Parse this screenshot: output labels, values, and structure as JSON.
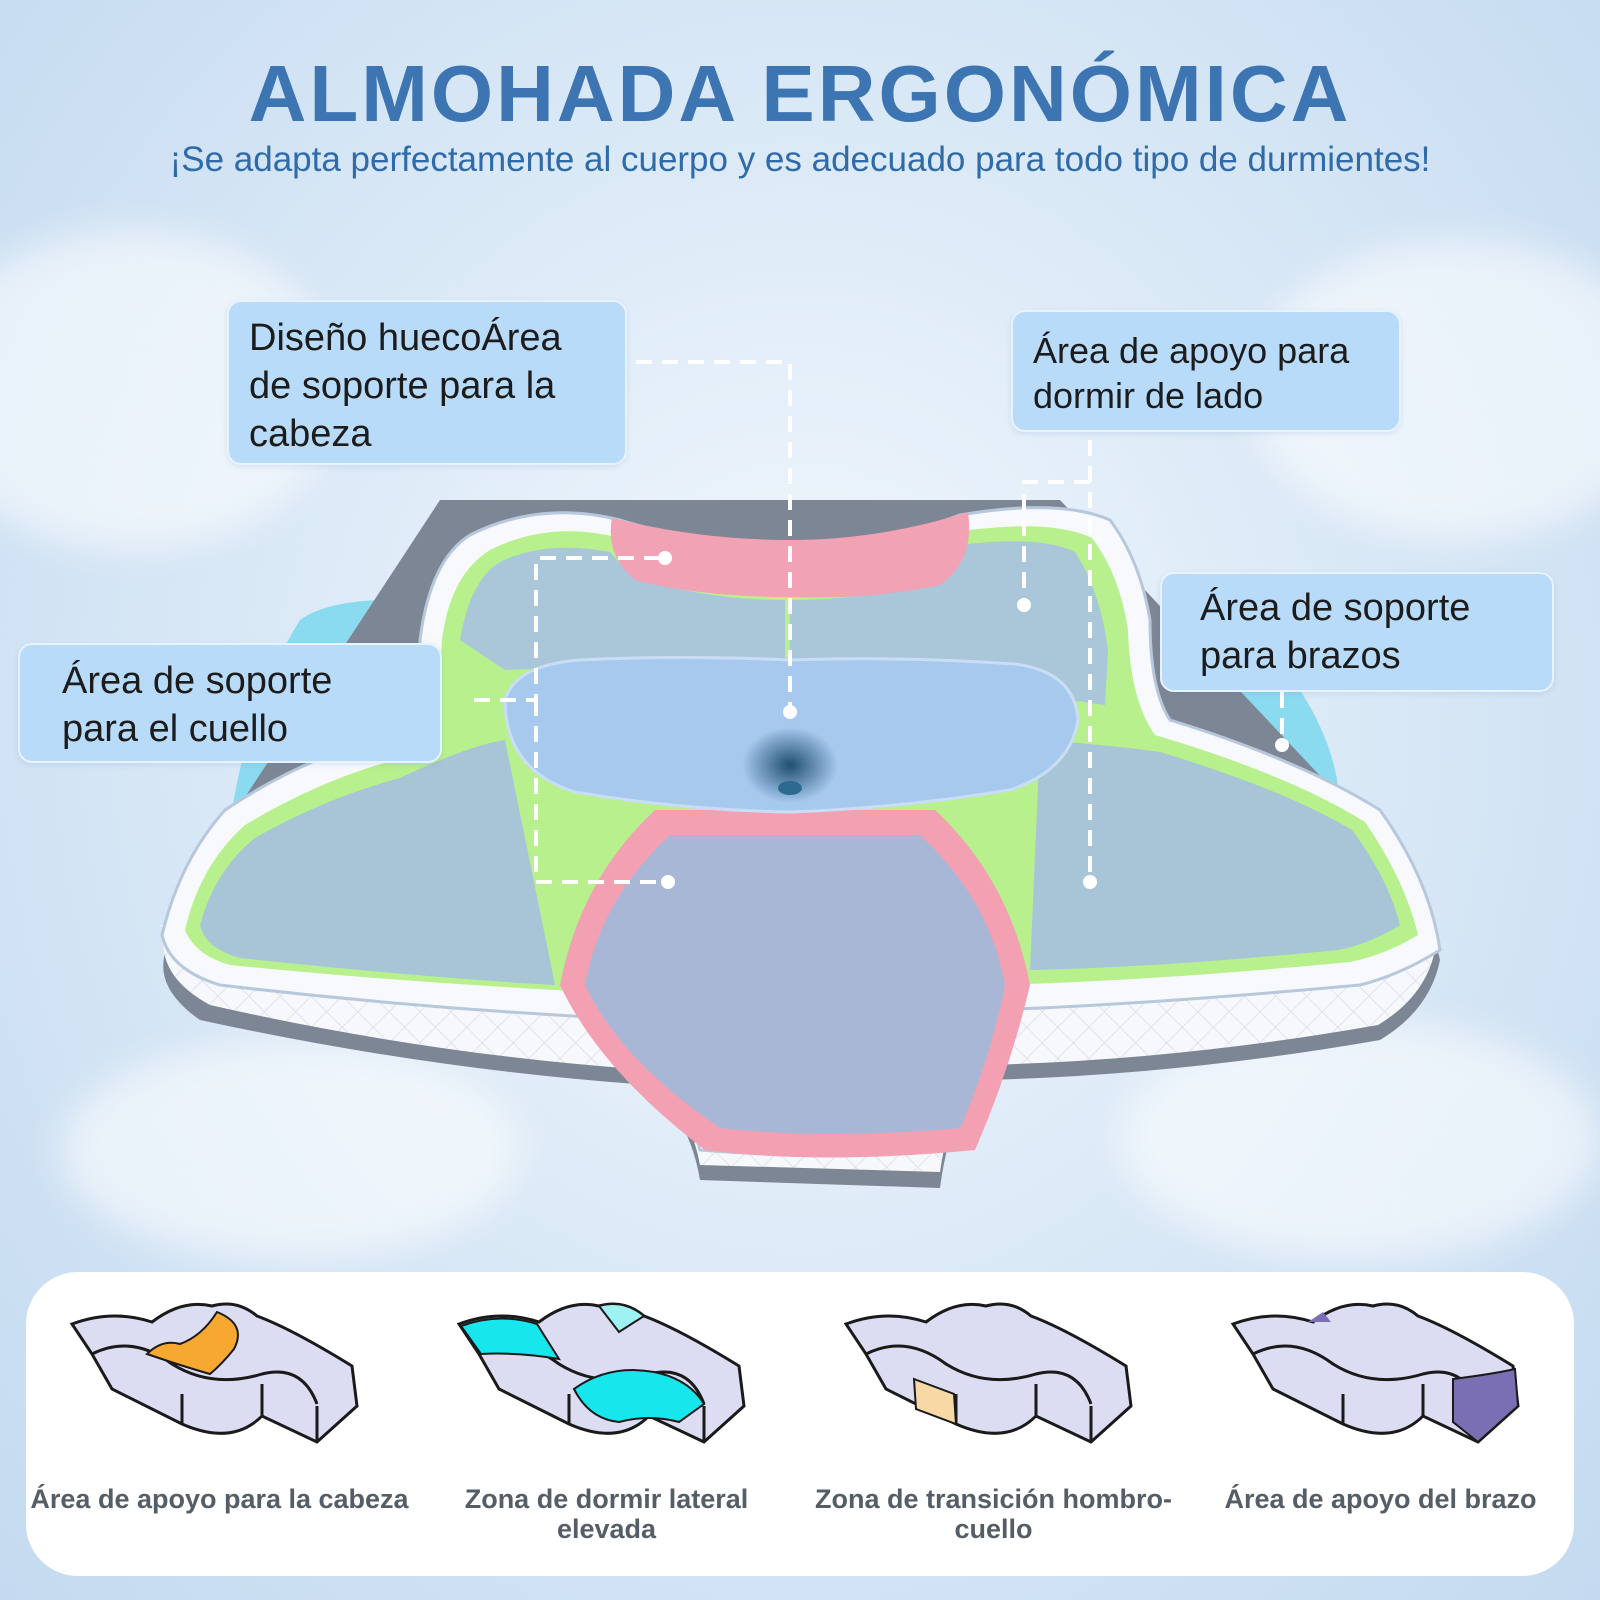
{
  "header": {
    "title": "ALMOHADA ERGONÓMICA",
    "subtitle": "¡Se adapta perfectamente al cuerpo y es adecuado para todo tipo de durmientes!"
  },
  "callouts": {
    "hollow_design": "Diseño huecoÁrea de soporte para la cabeza",
    "side_sleep": "Área de apoyo para dormir de lado",
    "arm_support": "Área de soporte para brazos",
    "neck_support": "Área de soporte para el cuello"
  },
  "features": [
    {
      "label": "Área de apoyo para la cabeza",
      "highlight_color": "#f7a830"
    },
    {
      "label": "Zona de dormir lateral elevada",
      "highlight_color": "#17e6ec"
    },
    {
      "label": "Zona de transición hombro-cuello",
      "highlight_color": "#f8d9a6"
    },
    {
      "label": "Área de apoyo del brazo",
      "highlight_color": "#7b6fb3"
    }
  ],
  "colors": {
    "title": "#3d74b2",
    "callout_bg": "#b9dbfa",
    "zone_green": "#b4f08a",
    "zone_pink": "#f4a3b6",
    "zone_blue": "#a9c7ea"
  }
}
